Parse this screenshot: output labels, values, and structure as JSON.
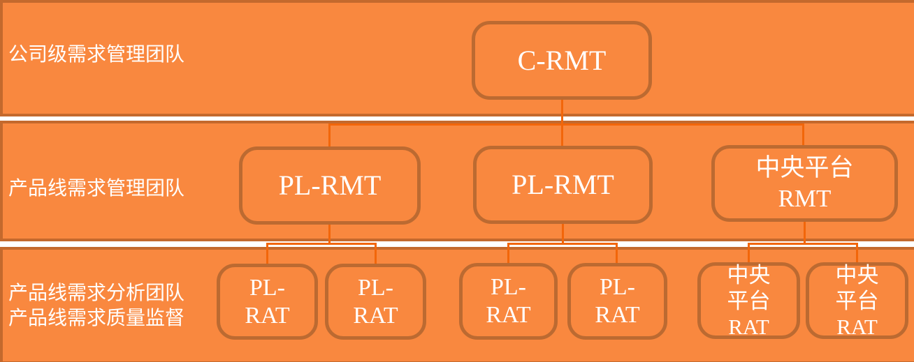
{
  "colors": {
    "bg-orange": "#F9883F",
    "panel-border": "#C4692D",
    "box-border": "#BC6A31",
    "connector": "#F2660A",
    "text-white": "#FFFFFF",
    "gap-white": "#FFFFFF"
  },
  "rows": [
    {
      "label_lines": [
        "公司级需求管理团队"
      ],
      "boxes": [
        {
          "lines": [
            "C-RMT"
          ]
        }
      ]
    },
    {
      "label_lines": [
        "产品线需求管理团队"
      ],
      "boxes": [
        {
          "lines": [
            "PL-RMT"
          ]
        },
        {
          "lines": [
            "PL-RMT"
          ]
        },
        {
          "lines": [
            "中央平台",
            "RMT"
          ]
        }
      ]
    },
    {
      "label_lines": [
        "产品线需求分析团队",
        "产品线需求质量监督"
      ],
      "boxes": [
        {
          "lines": [
            "PL-",
            "RAT"
          ]
        },
        {
          "lines": [
            "PL-",
            "RAT"
          ]
        },
        {
          "lines": [
            "PL-",
            "RAT"
          ]
        },
        {
          "lines": [
            "PL-",
            "RAT"
          ]
        },
        {
          "lines": [
            "中央",
            "平台",
            "RAT"
          ]
        },
        {
          "lines": [
            "中央",
            "平台",
            "RAT"
          ]
        }
      ]
    }
  ]
}
